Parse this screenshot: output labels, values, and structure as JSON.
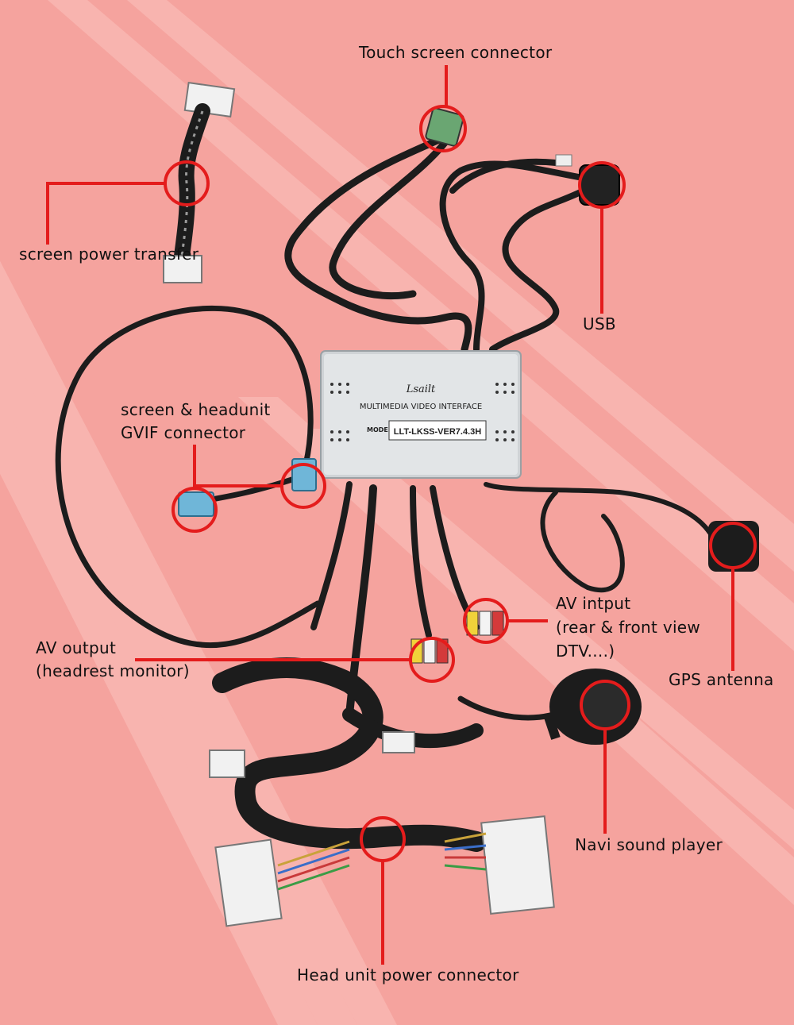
{
  "colors": {
    "background": "#f5a39e",
    "stripe": "#fbc2bd",
    "callout": "#e41c1c",
    "cable": "#1c1c1c",
    "module": "#cfd3d6"
  },
  "module": {
    "brand": "Lsailt",
    "name": "MULTIMEDIA VIDEO INTERFACE",
    "model_label": "MODEL:",
    "model_value": "LLT-LKSS-VER7.4.3H"
  },
  "labels": {
    "touch_screen": "Touch screen connector",
    "screen_power": "screen power transfer",
    "usb": "USB",
    "gvif_line1": "screen & headunit",
    "gvif_line2": "GVIF connector",
    "av_input_line1": "AV intput",
    "av_input_line2": "(rear & front view",
    "av_input_line3": "DTV....)",
    "av_output_line1": "AV output",
    "av_output_line2": "(headrest monitor)",
    "gps": "GPS antenna",
    "navi_sound": "Navi sound player",
    "head_unit_power": "Head unit power connector"
  }
}
